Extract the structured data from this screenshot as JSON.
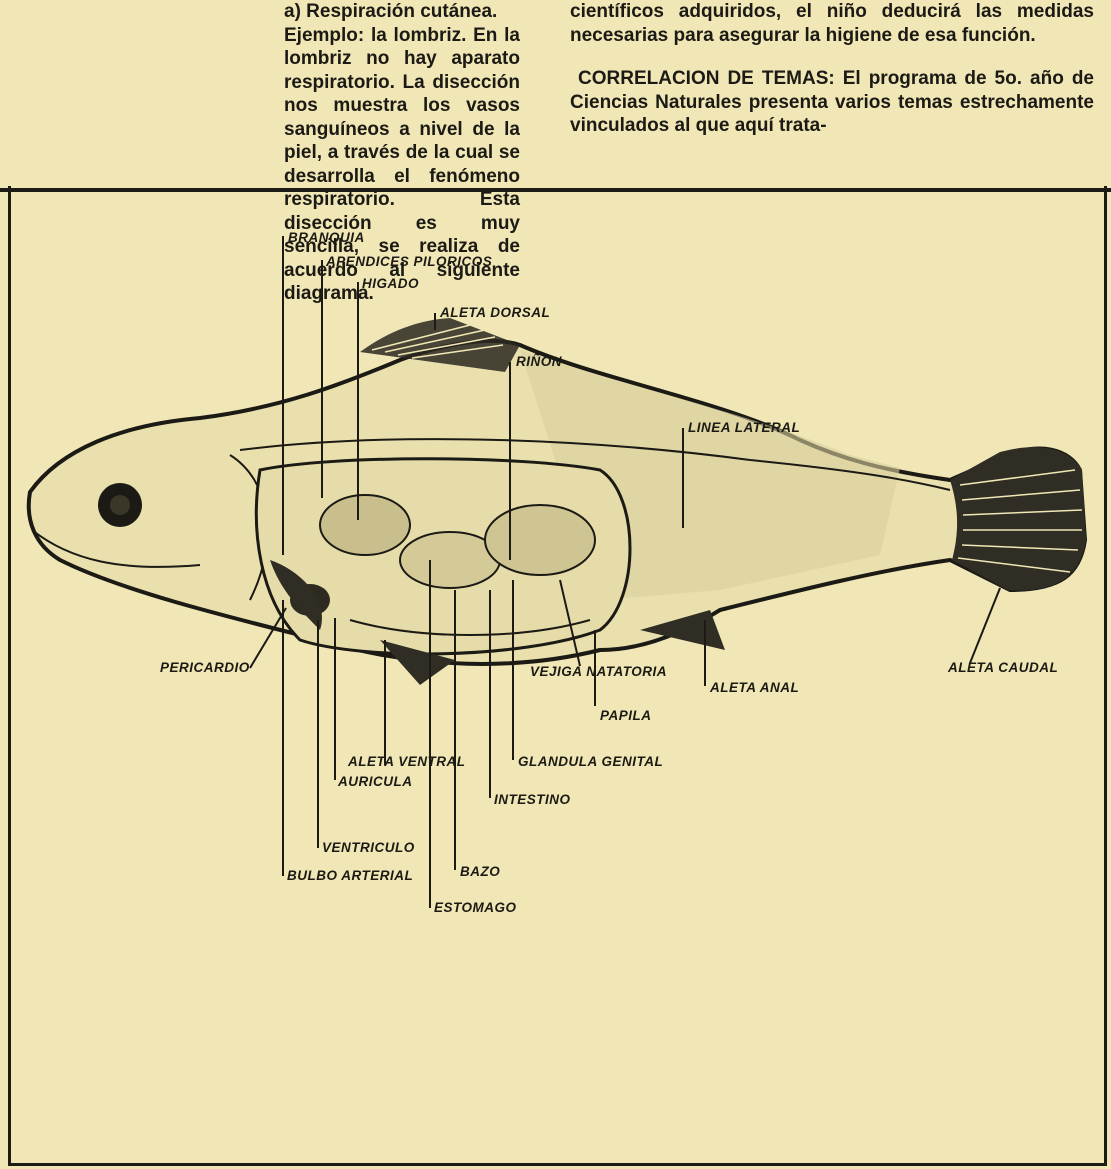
{
  "text": {
    "left_column": {
      "heading": "a) Respiración cutánea.",
      "body": "Ejemplo: la lombriz. En la lombriz no hay aparato respiratorio. La disección nos muestra los vasos sanguíneos a nivel de la piel, a través de la cual se desarrolla el fenómeno respiratorio. Esta disección es muy sencilla, se realiza de acuerdo al siguiente diagrama."
    },
    "right_column": {
      "para1": "científicos adquiridos, el niño deducirá las medidas necesarias para asegurar la higiene de esa función.",
      "para2": "CORRELACION DE TEMAS: El programa de 5o. año de Ciencias Naturales presenta varios temas estrechamente vinculados al que aquí trata-"
    }
  },
  "labels": {
    "branquia": "BRANQUIA",
    "apendices_piloricos": "APENDICES PILORICOS",
    "higado": "HIGADO",
    "aleta_dorsal": "ALETA DORSAL",
    "rinon": "RIÑON",
    "linea_lateral": "LINEA LATERAL",
    "pericardio": "PERICARDIO",
    "vejiga_natatoria": "VEJIGA NATATORIA",
    "aleta_caudal": "ALETA CAUDAL",
    "aleta_anal": "ALETA ANAL",
    "papila": "PAPILA",
    "glandula_genital": "GLANDULA GENITAL",
    "aleta_ventral": "ALETA VENTRAL",
    "intestino": "INTESTINO",
    "auricula": "AURICULA",
    "ventriculo": "VENTRICULO",
    "bulbo_arterial": "BULBO ARTERIAL",
    "bazo": "BAZO",
    "estomago": "ESTOMAGO"
  },
  "colors": {
    "paper": "#f1e7b6",
    "ink": "#1b1a14"
  }
}
